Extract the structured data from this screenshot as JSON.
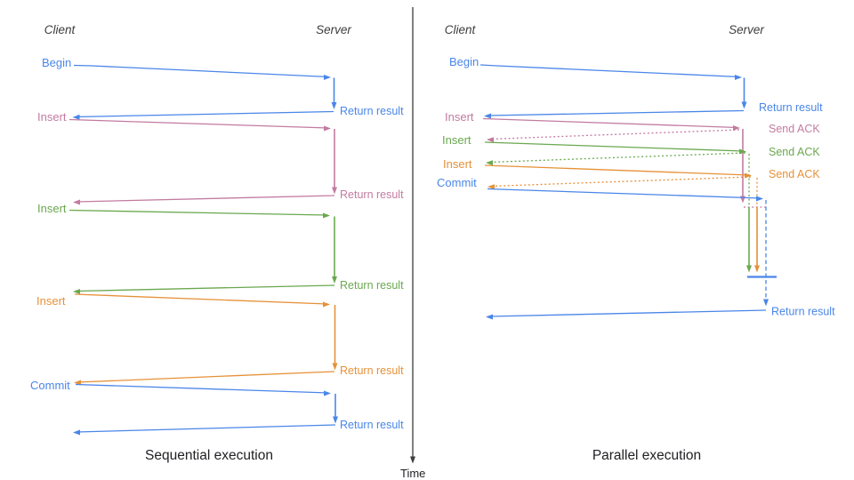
{
  "colors": {
    "blue": "#4a86e8",
    "pink": "#c27ba0",
    "green": "#6aa84f",
    "orange": "#e69138",
    "axis": "#3c3c3c",
    "header": "#3d3d3d",
    "text": "#202124"
  },
  "sequential": {
    "headers": {
      "client": "Client",
      "server": "Server"
    },
    "caption": "Sequential execution",
    "operations": [
      {
        "name": "Begin",
        "color_name": "blue",
        "response": "Return result"
      },
      {
        "name": "Insert",
        "color_name": "pink",
        "response": "Return result"
      },
      {
        "name": "Insert",
        "color_name": "green",
        "response": "Return result"
      },
      {
        "name": "Insert",
        "color_name": "orange",
        "response": "Return result"
      },
      {
        "name": "Commit",
        "color_name": "blue",
        "response": "Return result"
      }
    ]
  },
  "parallel": {
    "headers": {
      "client": "Client",
      "server": "Server"
    },
    "caption": "Parallel execution",
    "operations": [
      {
        "name": "Begin",
        "color_name": "blue",
        "response": "Return result"
      },
      {
        "name": "Insert",
        "color_name": "pink",
        "response": "Send ACK"
      },
      {
        "name": "Insert",
        "color_name": "green",
        "response": "Send ACK"
      },
      {
        "name": "Insert",
        "color_name": "orange",
        "response": "Send ACK"
      },
      {
        "name": "Commit",
        "color_name": "blue",
        "response": "Return result"
      }
    ],
    "final_response": "Return result"
  },
  "time_axis": {
    "label": "Time"
  }
}
